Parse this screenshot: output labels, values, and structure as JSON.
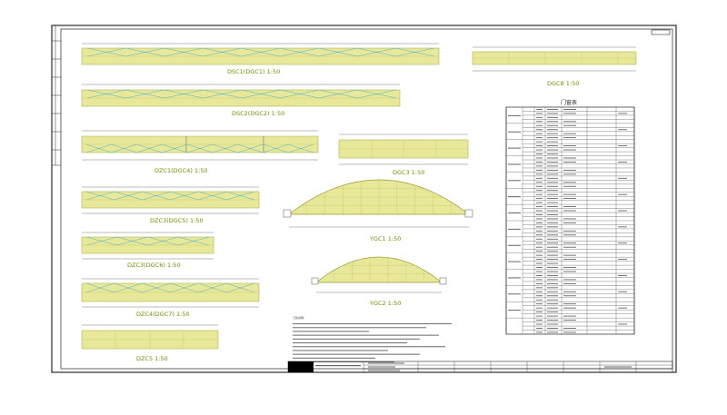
{
  "sheet": {
    "table_title": "门窗表",
    "notes_heading": "门窗说明："
  },
  "drawings": {
    "dsc1": "DSC1(DGC1) 1:50",
    "dsc2": "DSC2(DGC2) 1:50",
    "dgc8": "DGC8 1:50",
    "dzc1": "DZC1(DGC4) 1:50",
    "dgc3": "DGC3 1:50",
    "dzc3": "DZC3(DGC5) 1:50",
    "dzc3b": "DZC3(DGC6) 1:50",
    "ygc1": "YGC1 1:50",
    "dzc4": "DZC4(DGC7) 1:50",
    "ygc2": "YGC2 1:50",
    "dzc5": "DZC5 1:50"
  },
  "colors": {
    "frame": "#000000",
    "glazing": "#e8e89a",
    "mullion": "#c8c860",
    "arch": "#9a9a30",
    "label": "#6f8f00",
    "brace": "#4fb0c6"
  }
}
